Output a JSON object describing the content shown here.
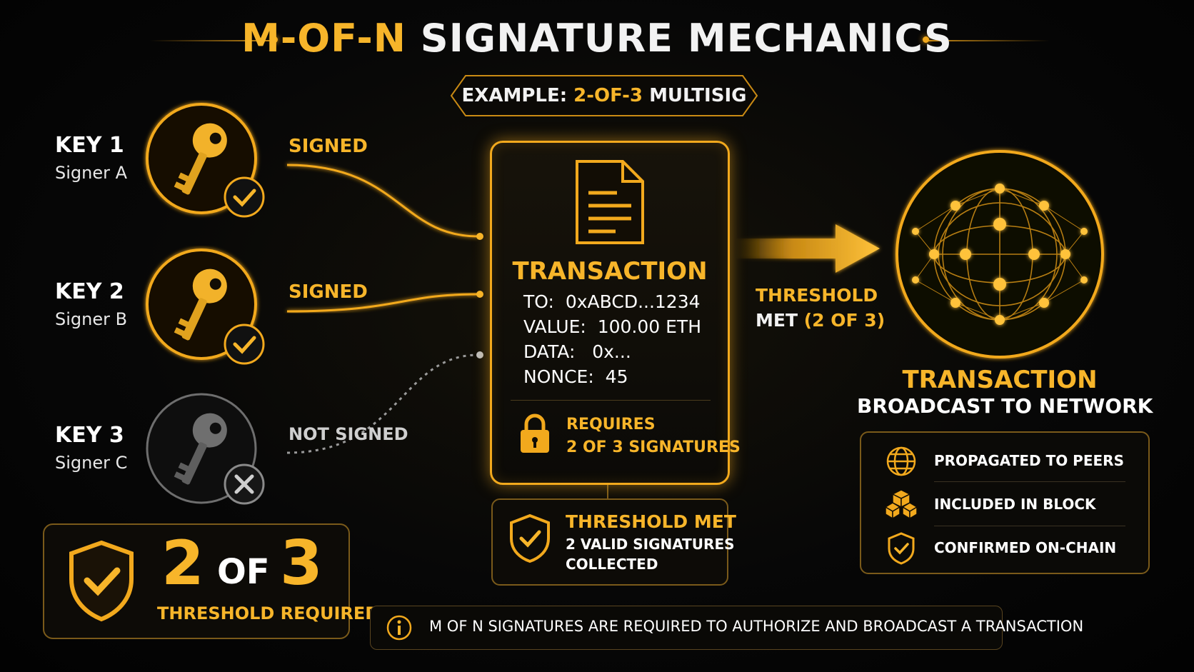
{
  "header": {
    "title_part1": "M-OF-N",
    "title_part2": "SIGNATURE MECHANICS"
  },
  "example": {
    "prefix": "EXAMPLE:",
    "highlight": "2-OF-3",
    "suffix": "MULTISIG"
  },
  "keys": [
    {
      "label": "KEY 1",
      "signer": "Signer A",
      "status": "SIGNED",
      "signed": true
    },
    {
      "label": "KEY 2",
      "signer": "Signer B",
      "status": "SIGNED",
      "signed": true
    },
    {
      "label": "KEY 3",
      "signer": "Signer C",
      "status": "NOT SIGNED",
      "signed": false
    }
  ],
  "transaction": {
    "title": "TRANSACTION",
    "fields": [
      {
        "label": "TO:",
        "value": "0xABCD...1234"
      },
      {
        "label": "VALUE:",
        "value": "100.00 ETH"
      },
      {
        "label": "DATA:",
        "value": "0x..."
      },
      {
        "label": "NONCE:",
        "value": "45"
      }
    ],
    "requires_line1": "REQUIRES",
    "requires_line2": "2 OF 3 SIGNATURES"
  },
  "threshold_box": {
    "title": "THRESHOLD MET",
    "line1": "2 VALID SIGNATURES",
    "line2": "COLLECTED"
  },
  "threshold_arrow": {
    "line1": "THRESHOLD",
    "line2_prefix": "MET",
    "line2_highlight": "(2 OF 3)"
  },
  "broadcast": {
    "title": "TRANSACTION",
    "subtitle": "BROADCAST TO NETWORK",
    "statuses": [
      {
        "icon": "globe-icon",
        "text": "PROPAGATED TO PEERS"
      },
      {
        "icon": "blocks-icon",
        "text": "INCLUDED IN BLOCK"
      },
      {
        "icon": "shield-check-icon",
        "text": "CONFIRMED ON-CHAIN"
      }
    ]
  },
  "threshold_summary": {
    "m": "2",
    "of": "OF",
    "n": "3",
    "label": "THRESHOLD REQUIRED"
  },
  "info": {
    "text": "M OF N SIGNATURES ARE REQUIRED TO AUTHORIZE AND BROADCAST A TRANSACTION"
  },
  "colors": {
    "accent": "#f7b52a",
    "accent_dark": "#c98a14",
    "inactive": "#8a8a8a",
    "background": "#050505"
  }
}
